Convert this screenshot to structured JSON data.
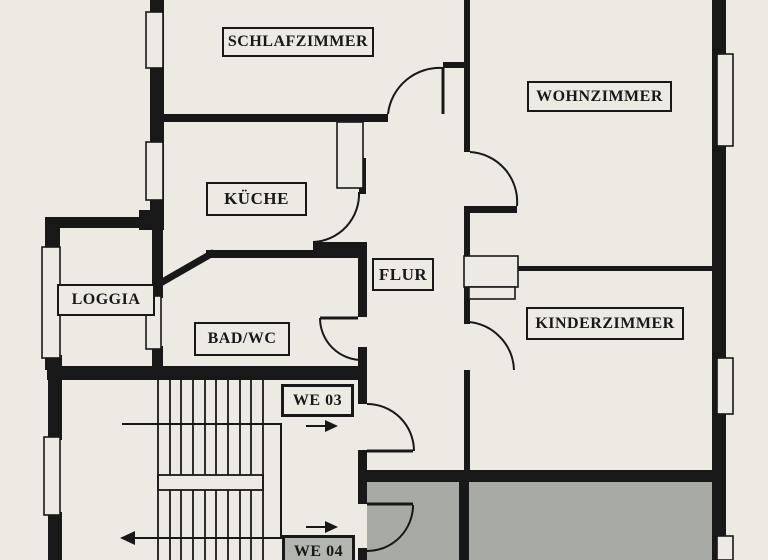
{
  "plan": {
    "rooms": {
      "schlafzimmer": {
        "label": "SCHLAFZIMMER"
      },
      "wohnzimmer": {
        "label": "WOHNZIMMER"
      },
      "kueche": {
        "label": "KÜCHE"
      },
      "flur": {
        "label": "FLUR"
      },
      "loggia": {
        "label": "LOGGIA"
      },
      "badwc": {
        "label": "BAD/WC"
      },
      "kinderzimmer": {
        "label": "KINDERZIMMER"
      }
    },
    "units": {
      "we03": {
        "label": "WE 03"
      },
      "we04": {
        "label": "WE 04"
      }
    },
    "colors": {
      "paper": "#edeae4",
      "ink": "#181818",
      "neighbor": "#a8aba5",
      "unitfill": "#b3b6b0"
    }
  }
}
